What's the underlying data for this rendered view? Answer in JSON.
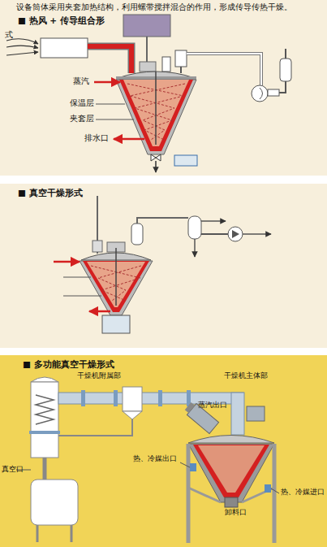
{
  "diagram": {
    "title": "设备筒体采用夹套加热结构，利用螺带搅拌混合的作用，形成传导传热干燥。",
    "nodes": [
      {
        "text": [
          "■ 热风 + 传导组合形"
        ]
      },
      {
        "text": [
          "■ 真空干燥形式"
        ]
      },
      {
        "text": [
          "■ 多功能真空干燥形式"
        ]
      }
    ],
    "labels": [
      "式",
      "蒸汽",
      "保温层",
      "夹套层",
      "排水口",
      "干燥机附属部",
      "蒸汽出口",
      "干燥机主体部",
      "真空口",
      "热、冷媒出口",
      "热、冷媒进口",
      "卸料口"
    ]
  }
}
